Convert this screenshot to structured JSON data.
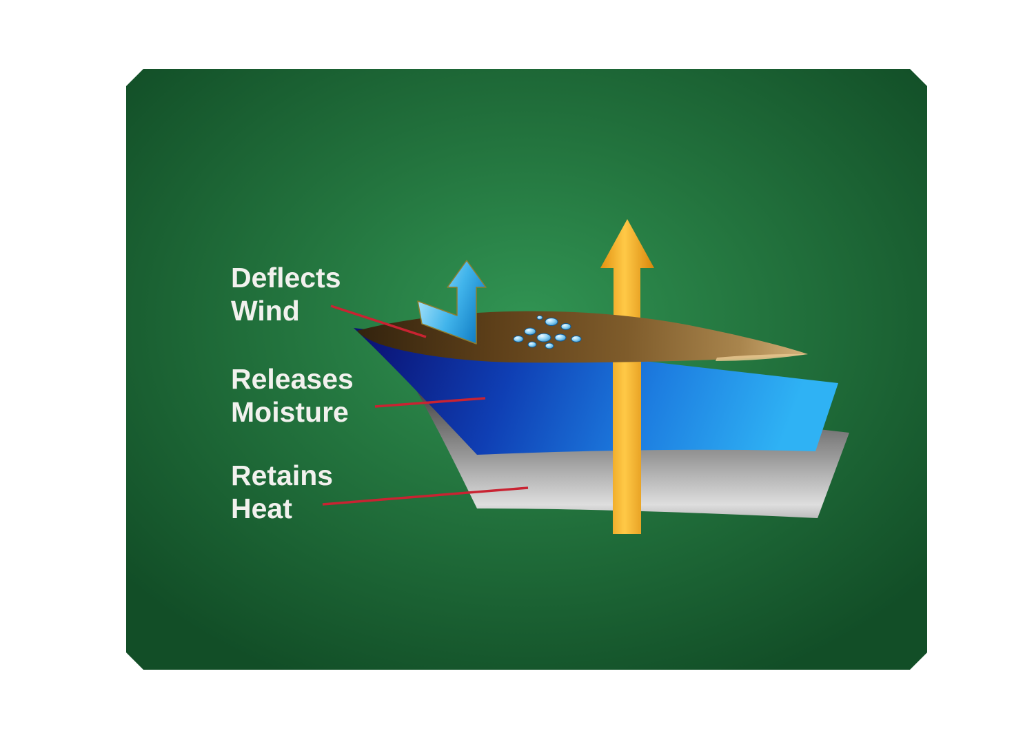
{
  "labels": {
    "deflects_wind": {
      "line1": "Deflects",
      "line2": "Wind"
    },
    "releases_moisture": {
      "line1": "Releases",
      "line2": "Moisture"
    },
    "retains_heat": {
      "line1": "Retains",
      "line2": "Heat"
    }
  },
  "layers": [
    {
      "id": "wind-deflecting-layer",
      "function": "Deflects Wind",
      "color": "#7d5a2a"
    },
    {
      "id": "moisture-releasing-layer",
      "function": "Releases Moisture",
      "color": "#1d7de0"
    },
    {
      "id": "heat-retaining-layer",
      "function": "Retains Heat",
      "color": "#b8b8b8"
    }
  ],
  "icons": {
    "heat_arrow": "large-orange-up-arrow",
    "wind_arrow": "small-blue-bent-up-arrow",
    "droplets": "water-droplet-cluster"
  },
  "colors": {
    "panel_center_green": "#319453",
    "panel_edge_green": "#124e27",
    "label_text": "#f2f1ee",
    "leader_line": "#c92332",
    "heat_arrow_orange": "#ffc947",
    "wind_arrow_blue": "#41b4eb",
    "wind_layer_brown": "#7d5a2a",
    "moisture_layer_blue": "#1d7de0",
    "heat_layer_gray": "#b8b8b8"
  }
}
